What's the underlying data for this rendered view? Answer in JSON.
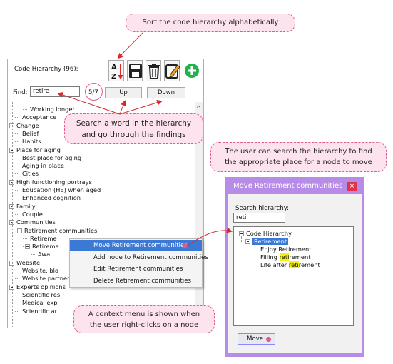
{
  "callouts": {
    "sort": "Sort the code hierarchy alphabetically",
    "search_line1": "Search a word in the hierarchy",
    "search_line2": "and go through the findings",
    "move_line1": "The user can search the hierarchy to find",
    "move_line2": "the appropriate place for a node to move",
    "context_line1": "A context menu is shown when",
    "context_line2": "the user right-clicks on a node"
  },
  "panel": {
    "title": "Code Hierarchy (96):",
    "find_label": "Find:",
    "find_value": "retire",
    "match_count": "5/7",
    "up_label": "Up",
    "down_label": "Down"
  },
  "toolbar": {
    "sort_icon": "sort-az-icon",
    "save_icon": "save-icon",
    "delete_icon": "trash-icon",
    "edit_icon": "edit-icon",
    "add_icon": "plus-icon"
  },
  "tree": [
    {
      "label": "Working longer",
      "level": 2
    },
    {
      "label": "Acceptance",
      "level": 1
    },
    {
      "label": "Change",
      "level": 0
    },
    {
      "label": "Belief",
      "level": 1
    },
    {
      "label": "Habits",
      "level": 1
    },
    {
      "label": "Place for aging",
      "level": 0
    },
    {
      "label": "Best place for aging",
      "level": 1
    },
    {
      "label": "Aging in place",
      "level": 1
    },
    {
      "label": "Cities",
      "level": 1
    },
    {
      "label": "High functioning portrays",
      "level": 0
    },
    {
      "label": "Education (HE) when aged",
      "level": 1
    },
    {
      "label": "Enhanced cognition",
      "level": 1
    },
    {
      "label": "Family",
      "level": 0
    },
    {
      "label": "Couple",
      "level": 1
    },
    {
      "label": "Communities",
      "level": 0
    },
    {
      "label": "Retirement communities",
      "level": 1
    },
    {
      "label": "Retireme",
      "level": 2
    },
    {
      "label": "Retireme",
      "level": 2
    },
    {
      "label": "Awa",
      "level": 3
    },
    {
      "label": "Website",
      "level": 0
    },
    {
      "label": "Website, blo",
      "level": 1
    },
    {
      "label": "Website partnership",
      "level": 1
    },
    {
      "label": "Experts opinions",
      "level": 0
    },
    {
      "label": "Scientific res",
      "level": 1
    },
    {
      "label": "Medical exp",
      "level": 1
    },
    {
      "label": "Scientific ar",
      "level": 1
    }
  ],
  "context_menu": [
    "Move Retirement communities",
    "Add node to Retirement communities",
    "Edit Retirement communities",
    "Delete Retirement communities"
  ],
  "dialog": {
    "title": "Move Retirement communities",
    "close_label": "×",
    "search_label": "Search hierarchy:",
    "search_value": "reti",
    "root": "Code Hierarchy",
    "selected": "Retirement",
    "children": [
      {
        "before": "Enjoy Retirement",
        "hl": "",
        "after": ""
      },
      {
        "before": "Filling ",
        "hl": "reti",
        "after": "rement"
      },
      {
        "before": "Life after ",
        "hl": "reti",
        "after": "rement"
      }
    ],
    "move_label": "Move"
  },
  "colors": {
    "accent_pink": "#e05a8a",
    "callout_fill": "#fde3ee",
    "panel_border": "#7ed37e",
    "dialog_border": "#b78ce6",
    "selection_blue": "#3a79d6",
    "highlight_yellow": "#f5f10a",
    "arrow_red": "#d42a2a"
  }
}
